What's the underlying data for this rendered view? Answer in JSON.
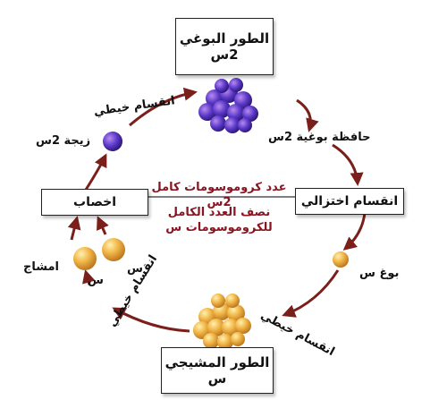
{
  "stages": {
    "sporophyte": {
      "title": "الطور البوغي",
      "ploidy": "2س"
    },
    "gametophyte": {
      "title": "الطور المشيجي",
      "ploidy": "س"
    }
  },
  "processes": {
    "sporangium": "حافظة بوغية 2س",
    "meiosis": "انقسام اختزالي",
    "spore": "بوغ س",
    "mitosis_right": "انقسام خيطي",
    "mitosis_left": "انقسام خيطي",
    "gametes": "امشاج",
    "gamete_1": "س",
    "gamete_2": "س",
    "fertilization": "اخصاب",
    "zygote": "زيجة 2س",
    "mitosis_top": "انقسام خيطي"
  },
  "center": {
    "full_count": "عدد كروموسومات كامل 2س",
    "half_count_line1": "نصف العدد الكامل",
    "half_count_line2": "للكروموسومات س"
  },
  "colors": {
    "arrow": "#7a1f1a",
    "label_red": "#8a1520",
    "diploid": "#4b2b9e",
    "haploid": "#e3a13a"
  }
}
